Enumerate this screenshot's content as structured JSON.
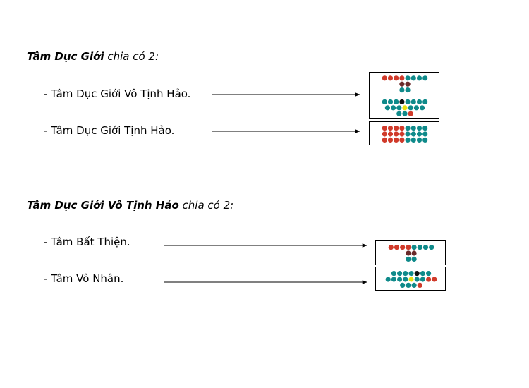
{
  "colors": {
    "red": "#d03a2a",
    "teal": "#0f8a8a",
    "dark": "#6a2a2a",
    "black": "#111111",
    "yellow": "#e8e010"
  },
  "section1": {
    "title_bold": "Tâm Dục Giới",
    "title_rest": " chia có 2:",
    "items": [
      {
        "label": "- Tâm Dục Giới Vô Tịnh Hảo.",
        "rows": [
          [
            "red",
            "red",
            "red",
            "red",
            "teal",
            "teal",
            "teal",
            "teal"
          ],
          [
            "dark",
            "dark"
          ],
          [
            "teal",
            "teal"
          ],
          [],
          [
            "teal",
            "teal",
            "teal",
            "black",
            "teal",
            "teal",
            "teal",
            "teal"
          ],
          [
            "teal",
            "teal",
            "teal",
            "yellow",
            "teal",
            "teal",
            "teal"
          ],
          [
            "teal",
            "teal",
            "red"
          ]
        ]
      },
      {
        "label": "- Tâm Dục Giới Tịnh Hảo.",
        "rows": [
          [
            "red",
            "red",
            "red",
            "red",
            "teal",
            "teal",
            "teal",
            "teal"
          ],
          [
            "red",
            "red",
            "red",
            "red",
            "teal",
            "teal",
            "teal",
            "teal"
          ],
          [
            "red",
            "red",
            "red",
            "red",
            "teal",
            "teal",
            "teal",
            "teal"
          ]
        ]
      }
    ]
  },
  "section2": {
    "title_bold": "Tâm Dục Giới Vô Tịnh Hảo",
    "title_rest": " chia có 2:",
    "items": [
      {
        "label": "- Tâm Bất Thiện.",
        "rows": [
          [
            "red",
            "red",
            "red",
            "red",
            "teal",
            "teal",
            "teal",
            "teal"
          ],
          [
            "dark",
            "dark"
          ],
          [
            "teal",
            "teal"
          ]
        ]
      },
      {
        "label": "- Tâm Vô Nhân.",
        "rows": [
          [
            "teal",
            "teal",
            "teal",
            "teal",
            "black",
            "teal",
            "teal"
          ],
          [
            "teal",
            "teal",
            "teal",
            "teal",
            "yellow",
            "teal",
            "teal",
            "red",
            "red"
          ],
          [
            "teal",
            "teal",
            "teal",
            "red"
          ]
        ]
      }
    ]
  }
}
